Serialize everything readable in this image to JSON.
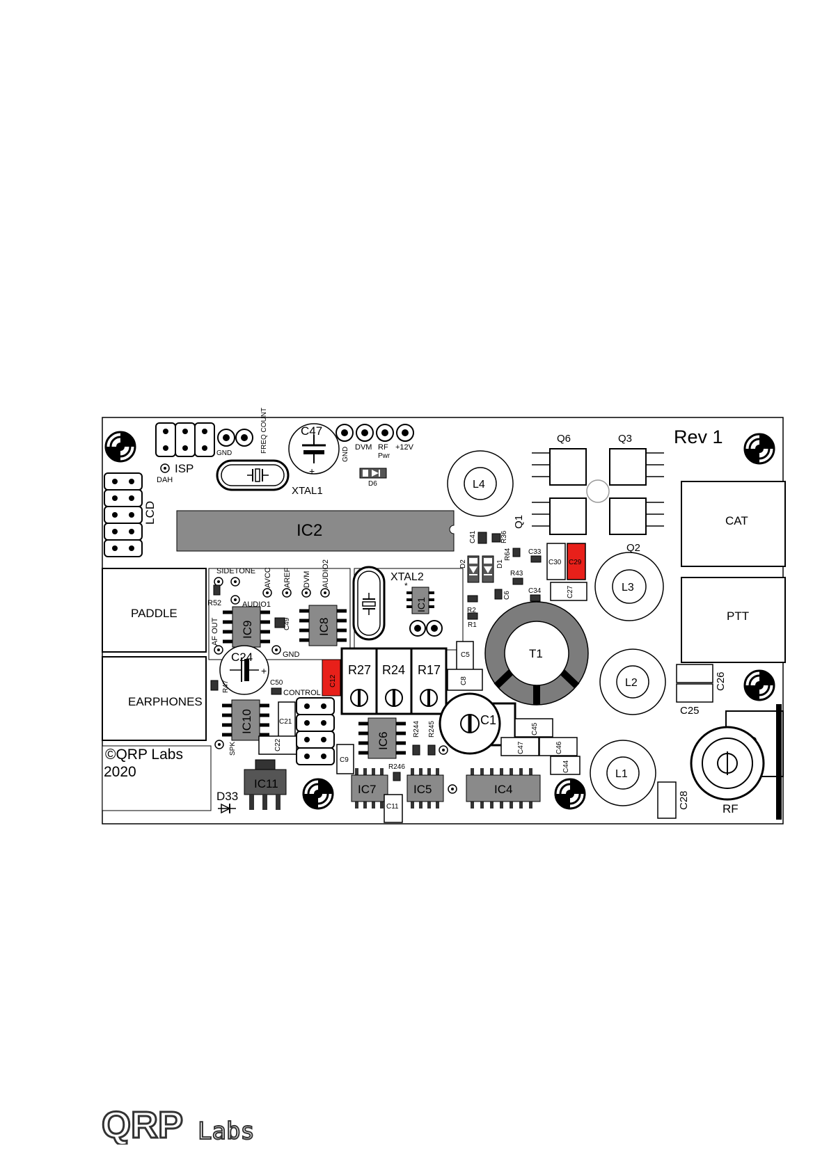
{
  "board": {
    "revision": "Rev 1",
    "copyright_line1": "©QRP Labs",
    "copyright_line2": "2020",
    "highlight_color": "#e8201a",
    "ic_fill_color": "#8a8a8a",
    "toroid_color": "#7c7c7c"
  },
  "connectors": {
    "paddle": "PADDLE",
    "earphones": "EARPHONES",
    "cat": "CAT",
    "ptt": "PTT",
    "rf": "RF",
    "lcd": "LCD",
    "isp": "ISP",
    "dah": "DAH",
    "control": "CONTROL"
  },
  "header_labels": {
    "gnd1": "GND",
    "freq_count": "FREQ COUNT",
    "gnd2": "GND",
    "dvm": "DVM",
    "rf": "RF",
    "pwr": "Pwr",
    "v12": "+12V"
  },
  "test_points": {
    "sidetone": "SIDETONE",
    "avcc": "AVCC",
    "aref": "AREF",
    "dvm": "DVM",
    "audio2": "AUDIO2",
    "audio1": "AUDIO1",
    "af_out": "AF OUT",
    "gnd": "GND",
    "spk": "SPK"
  },
  "ics": {
    "ic2": "IC2",
    "ic9": "IC9",
    "ic8": "IC8",
    "ic1": "IC1",
    "ic10": "IC10",
    "ic6": "IC6",
    "ic11": "IC11",
    "ic7": "IC7",
    "ic5": "IC5",
    "ic4": "IC4"
  },
  "parts": {
    "c47": "C47",
    "xtal1": "XTAL1",
    "xtal2": "XTAL2",
    "d6": "D6",
    "l4": "L4",
    "l3": "L3",
    "l2": "L2",
    "l1": "L1",
    "t1": "T1",
    "q6": "Q6",
    "q3": "Q3",
    "q1": "Q1",
    "q2": "Q2",
    "c24": "C24",
    "c1": "C1",
    "r27": "R27",
    "r24": "R24",
    "r17": "R17",
    "c26": "C26",
    "c25": "C25",
    "c28": "C28",
    "d33": "D33",
    "c41": "C41",
    "r36": "R36",
    "r64": "R64",
    "c33": "C33",
    "c30": "C30",
    "c29": "C29",
    "r43": "R43",
    "c34": "C34",
    "c27": "C27",
    "c6": "C6",
    "r2": "R2",
    "r1": "R1",
    "c5": "C5",
    "c8": "C8",
    "c12": "C12",
    "c45": "C45",
    "c47b": "C47",
    "c46": "C46",
    "c44": "C44",
    "c9": "C9",
    "c11": "C11",
    "c21": "C21",
    "c22": "C22",
    "r52": "R52",
    "c49": "C49",
    "c50": "C50",
    "r47": "R47",
    "r244": "R244",
    "r245": "R245",
    "r246": "R246",
    "d1": "D1",
    "d2": "D2"
  },
  "footer": {
    "logo_qrp": "QRP",
    "logo_labs": "Labs"
  }
}
